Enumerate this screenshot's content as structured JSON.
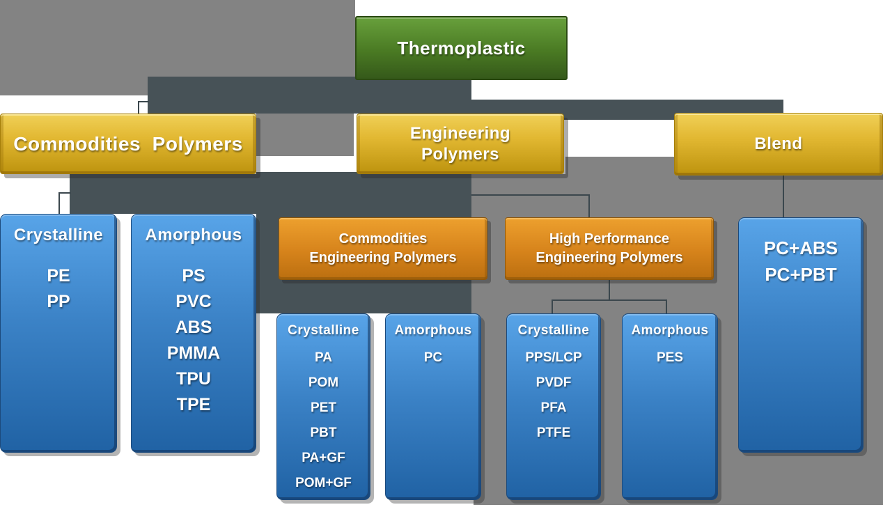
{
  "palette": {
    "backdrop_gray": "#838383",
    "connector_slate": "#475257",
    "connector_line": "#3b474d",
    "root_green": "#4a7a23",
    "level2_yellow": "#e2b832",
    "level3_orange": "#d6831b",
    "leaf_blue": "#3b82c6",
    "text": "#ffffff"
  },
  "nodes": {
    "root": {
      "label": "Thermoplastic"
    },
    "commodities": {
      "label": "Commodities  Polymers"
    },
    "engineering": {
      "label": "Engineering\nPolymers"
    },
    "blend": {
      "label": "Blend"
    },
    "crystalline_commodities": {
      "title": "Crystalline",
      "items": [
        "PE",
        "PP"
      ]
    },
    "amorphous_commodities": {
      "title": "Amorphous",
      "items": [
        "PS",
        "PVC",
        "ABS",
        "PMMA",
        "TPU",
        "TPE"
      ]
    },
    "commodities_engineering": {
      "label": "Commodities\nEngineering Polymers"
    },
    "high_performance": {
      "label": "High Performance\nEngineering Polymers"
    },
    "blend_examples": {
      "items": [
        "PC+ABS",
        "PC+PBT"
      ]
    },
    "crystalline_engineering": {
      "title": "Crystalline",
      "items": [
        "PA",
        "POM",
        "PET",
        "PBT",
        "PA+GF",
        "POM+GF"
      ]
    },
    "amorphous_engineering": {
      "title": "Amorphous",
      "items": [
        "PC"
      ]
    },
    "crystalline_high_performance": {
      "title": "Crystalline",
      "items": [
        "PPS/LCP",
        "PVDF",
        "PFA",
        "PTFE"
      ]
    },
    "amorphous_high_performance": {
      "title": "Amorphous",
      "items": [
        "PES"
      ]
    }
  }
}
